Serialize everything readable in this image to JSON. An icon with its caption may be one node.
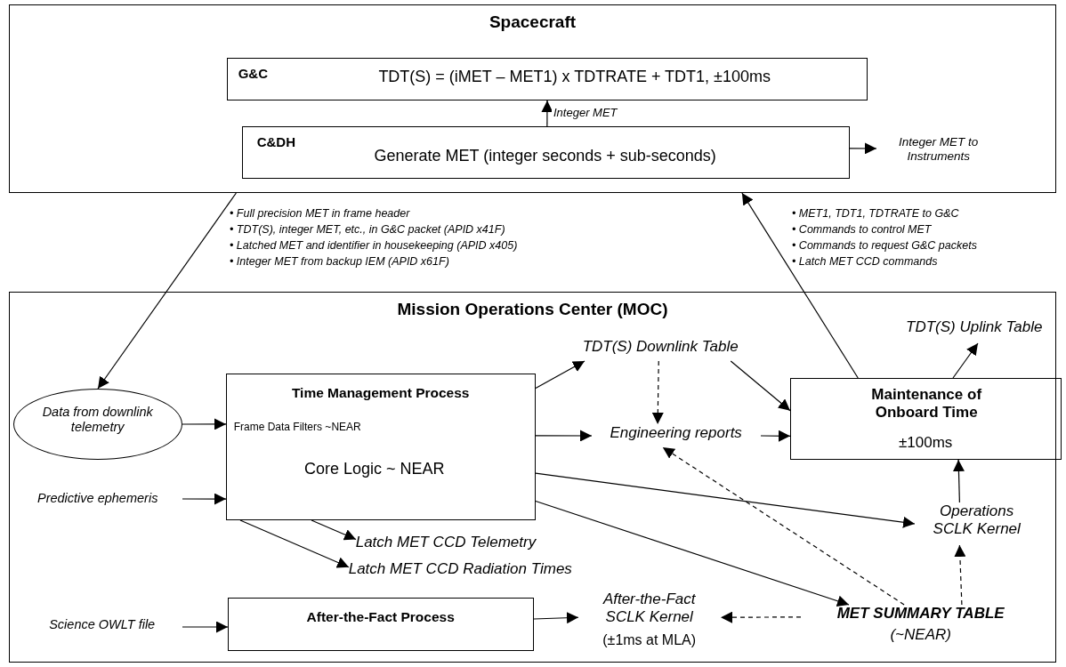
{
  "diagram": {
    "nodes": [
      {
        "text": [
          "Spacecraft"
        ]
      },
      {
        "text": [
          "G&C",
          "TDT(S) = (iMET – MET1) x TDTRATE + TDT1,  ±100ms"
        ],
        "in": 0
      },
      {
        "text": [
          "C&DH",
          "Generate MET (integer seconds + sub-seconds)"
        ],
        "in": 0
      },
      {
        "text": [
          "Integer MET to Instruments"
        ],
        "in": 0
      },
      {
        "text": [
          "Mission Operations Center (MOC)"
        ]
      },
      {
        "text": [
          "Data from downlink telemetry"
        ],
        "in": 4
      },
      {
        "text": [
          "Predictive ephemeris"
        ],
        "in": 4
      },
      {
        "text": [
          "Time Management Process",
          "Frame Data Filters ~NEAR",
          "Core Logic ~ NEAR"
        ],
        "in": 4
      },
      {
        "text": [
          "TDT(S) Downlink Table"
        ],
        "in": 4
      },
      {
        "text": [
          "Engineering reports"
        ],
        "in": 4
      },
      {
        "text": [
          "TDT(S) Uplink Table"
        ],
        "in": 4
      },
      {
        "text": [
          "Maintenance of Onboard Time",
          "±100ms"
        ],
        "in": 4
      },
      {
        "text": [
          "Operations SCLK Kernel"
        ],
        "in": 4
      },
      {
        "text": [
          "Latch MET CCD Telemetry"
        ],
        "in": 4
      },
      {
        "text": [
          "Latch MET CCD Radiation Times"
        ],
        "in": 4
      },
      {
        "text": [
          "After-the-Fact Process"
        ],
        "in": 4
      },
      {
        "text": [
          "Science OWLT file"
        ],
        "in": 4
      },
      {
        "text": [
          "After-the-Fact SCLK Kernel",
          "(±1ms at MLA)"
        ],
        "in": 4
      },
      {
        "text": [
          "MET SUMMARY TABLE",
          "(~NEAR)"
        ],
        "in": 4
      }
    ],
    "edges": [
      {
        "from": 2,
        "to": 1,
        "arrow": "to",
        "label": "Integer MET"
      },
      {
        "from": 2,
        "to": 3,
        "arrow": "to"
      },
      {
        "from": 0,
        "to": 5,
        "arrow": "to"
      },
      {
        "from": 11,
        "to": 0,
        "arrow": "to"
      },
      {
        "from": 5,
        "to": 7,
        "arrow": "to"
      },
      {
        "from": 6,
        "to": 7,
        "arrow": "to"
      },
      {
        "from": 7,
        "to": 8,
        "arrow": "to"
      },
      {
        "from": 7,
        "to": 9,
        "arrow": "to"
      },
      {
        "from": 7,
        "to": 12,
        "arrow": "to"
      },
      {
        "from": 7,
        "to": 18,
        "arrow": "to"
      },
      {
        "from": 7,
        "to": 13,
        "arrow": "to"
      },
      {
        "from": 7,
        "to": 14,
        "arrow": "to"
      },
      {
        "from": 8,
        "to": 9,
        "arrow": "to",
        "style": "dashed"
      },
      {
        "from": 8,
        "to": 11,
        "arrow": "to"
      },
      {
        "from": 9,
        "to": 11,
        "arrow": "to"
      },
      {
        "from": 11,
        "to": 10,
        "arrow": "to"
      },
      {
        "from": 12,
        "to": 11,
        "arrow": "to"
      },
      {
        "from": 18,
        "to": 12,
        "arrow": "to",
        "style": "dashed"
      },
      {
        "from": 18,
        "to": 9,
        "arrow": "to",
        "style": "dashed"
      },
      {
        "from": 18,
        "to": 17,
        "arrow": "to",
        "style": "dashed"
      },
      {
        "from": 15,
        "to": 17,
        "arrow": "to"
      },
      {
        "from": 16,
        "to": 15,
        "arrow": "to"
      }
    ],
    "labels": [
      "• Full precision MET in frame header",
      "• TDT(S), integer MET, etc., in G&C packet (APID x41F)",
      "• Latched MET and identifier in housekeeping (APID x405)",
      "• Integer MET from backup IEM (APID x61F)",
      "• MET1, TDT1, TDTRATE to G&C",
      "• Commands to control MET",
      "• Commands to request G&C packets",
      "• Latch MET CCD commands"
    ]
  }
}
